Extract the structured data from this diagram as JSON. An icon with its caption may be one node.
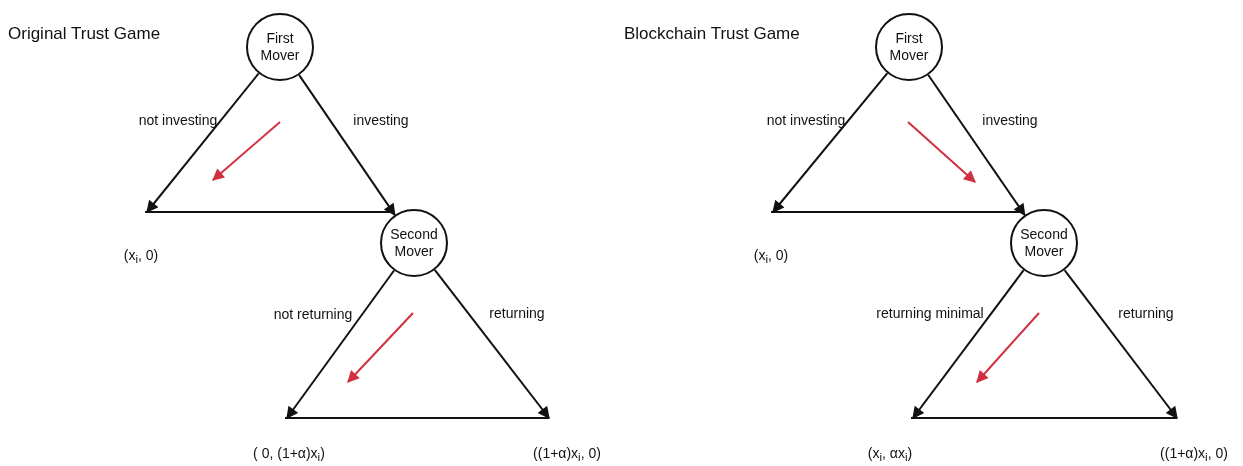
{
  "diagram": {
    "nodes": [
      {
        "text": [
          "First Mover"
        ]
      },
      {
        "text": [
          "Second Mover"
        ]
      },
      {
        "text": [
          "First Mover"
        ]
      },
      {
        "text": [
          "Second Mover"
        ]
      }
    ],
    "edges": [
      {
        "from": 0,
        "to": null,
        "arrow": "to",
        "label": "not investing"
      },
      {
        "from": 0,
        "to": 1,
        "arrow": "to",
        "label": "investing"
      },
      {
        "from": 1,
        "to": null,
        "arrow": "to",
        "label": "not returning"
      },
      {
        "from": 1,
        "to": null,
        "arrow": "to",
        "label": "returning"
      },
      {
        "from": 2,
        "to": null,
        "arrow": "to",
        "label": "not investing"
      },
      {
        "from": 2,
        "to": 3,
        "arrow": "to",
        "label": "investing"
      },
      {
        "from": 3,
        "to": null,
        "arrow": "to",
        "label": "returning minimal"
      },
      {
        "from": 3,
        "to": null,
        "arrow": "to",
        "label": "returning"
      }
    ],
    "labels": [
      "Original Trust Game",
      "(x$_{i}$, 0)",
      "( 0, (1+α)x$_{i}$)",
      "((1+α)x$_{i}$, 0)",
      "Blockchain Trust Game",
      "(x$_{i}$, 0)",
      "(x$_{i}$, αx$_{i}$)",
      "((1+α)x$_{i}$, 0)"
    ]
  }
}
